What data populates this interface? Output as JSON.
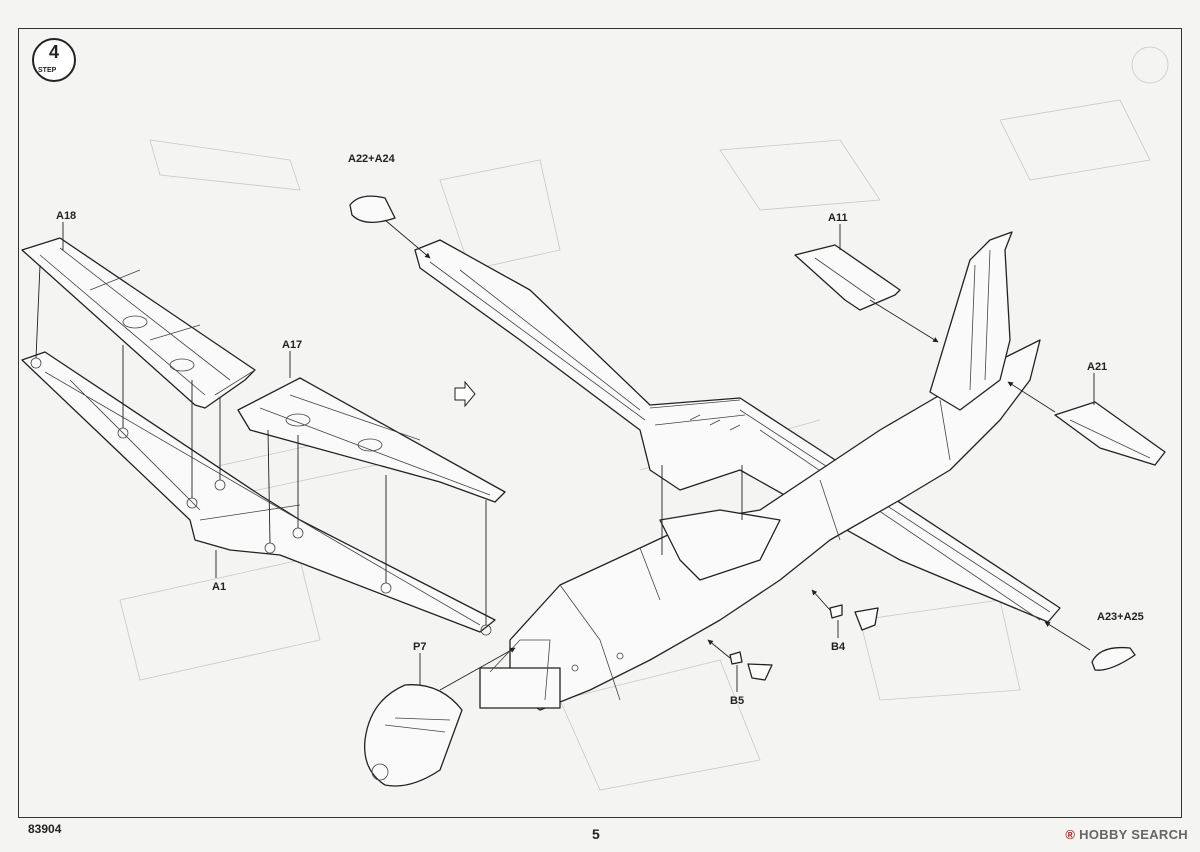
{
  "header": {
    "step_number": "4",
    "step_word": "STEP"
  },
  "footer": {
    "kit_number": "83904",
    "page_number": "5",
    "watermark_brand": "HOBBY SEARCH",
    "watermark_mark": "®"
  },
  "callouts": {
    "a18": "A18",
    "a17": "A17",
    "a1": "A1",
    "a22_a24": "A22+A24",
    "a11": "A11",
    "a21": "A21",
    "a23_a25": "A23+A25",
    "p7": "P7",
    "b4": "B4",
    "b5": "B5"
  },
  "colors": {
    "line": "#222222",
    "paper": "#f4f4f2",
    "ghost": "#c8c8c8"
  },
  "icons": [
    "step-badge-icon",
    "arrow-right-icon"
  ]
}
